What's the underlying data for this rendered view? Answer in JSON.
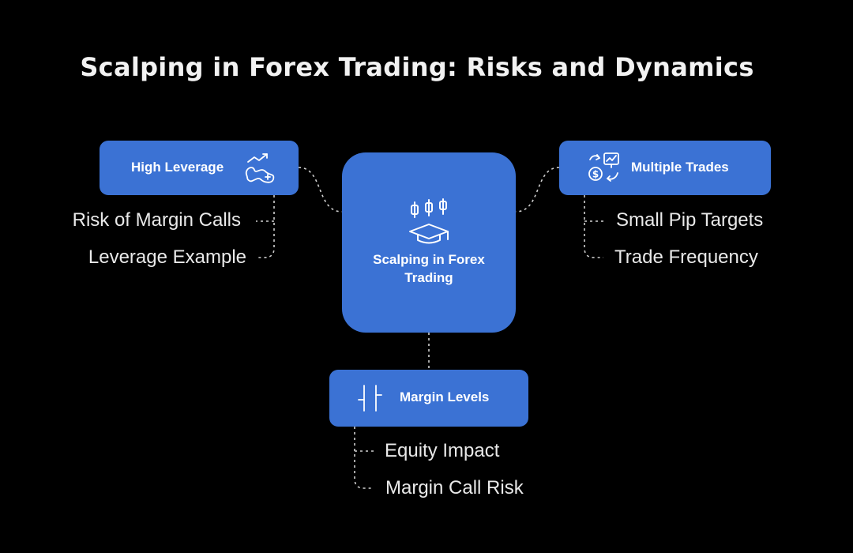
{
  "title": "Scalping in Forex Trading: Risks and Dynamics",
  "center": {
    "label": "Scalping in Forex Trading",
    "icon": "candlestick-graduation-cap-icon"
  },
  "branches": {
    "high_leverage": {
      "label": "High Leverage",
      "icon": "leverage-chart-icon",
      "items": [
        "Risk of Margin Calls",
        "Leverage Example"
      ]
    },
    "multiple_trades": {
      "label": "Multiple Trades",
      "icon": "trades-exchange-icon",
      "items": [
        "Small Pip Targets",
        "Trade Frequency"
      ]
    },
    "margin_levels": {
      "label": "Margin Levels",
      "icon": "margin-bars-icon",
      "items": [
        "Equity Impact",
        "Margin Call Risk"
      ]
    }
  },
  "colors": {
    "background": "#000000",
    "box": "#3b72d4",
    "text": "#ffffff",
    "connector": "#cfcfcf"
  }
}
